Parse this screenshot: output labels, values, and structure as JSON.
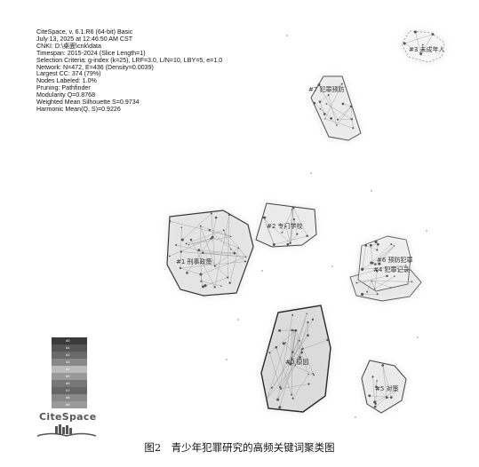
{
  "info_lines": [
    "CiteSpace, v. 6.1.R6 (64-bit) Basic",
    "July 13, 2025 at 12:46:50 AM CST",
    "CNKI: D:\\桌面\\cnk\\data",
    "Timespan: 2015-2024 (Slice Length=1)",
    "Selection Criteria: g-index (k=25), LRF=3.0, L/N=10, LBY=5, e=1.0",
    "Network: N=472, E=436 (Density=0.0039)",
    "Largest CC: 374 (79%)",
    "Nodes Labeled: 1.0%",
    "Pruning: Pathfinder",
    "Modularity Q=0.8768",
    "Weighted Mean Silhouette S=0.9734",
    "Harmonic Mean(Q, S)=0.9226"
  ],
  "clusters": [
    {
      "id": "#0",
      "label": "#0 原因"
    },
    {
      "id": "#1",
      "label": "#1 刑事政策"
    },
    {
      "id": "#2",
      "label": "#2 专门学校"
    },
    {
      "id": "#3",
      "label": "#3 未成年人"
    },
    {
      "id": "#4",
      "label": "#4 犯罪记录"
    },
    {
      "id": "#5",
      "label": "#5 对策"
    },
    {
      "id": "#6",
      "label": "#6 预防犯罪"
    },
    {
      "id": "#7",
      "label": "#7 犯罪预防"
    }
  ],
  "legend": {
    "colors": [
      "#3a3a3a",
      "#555555",
      "#6a6a6a",
      "#888888",
      "#bbbbbb",
      "#999999",
      "#777777",
      "#666666",
      "#888888",
      "#9a9a9a"
    ],
    "labels": [
      "#0",
      "#1",
      "#2",
      "#3",
      "#4",
      "#5",
      "#6",
      "#7",
      "#8",
      "#9"
    ]
  },
  "logo": {
    "text": "CiteSpace"
  },
  "caption": "图2　青少年犯罪研究的高频关键词聚类图"
}
